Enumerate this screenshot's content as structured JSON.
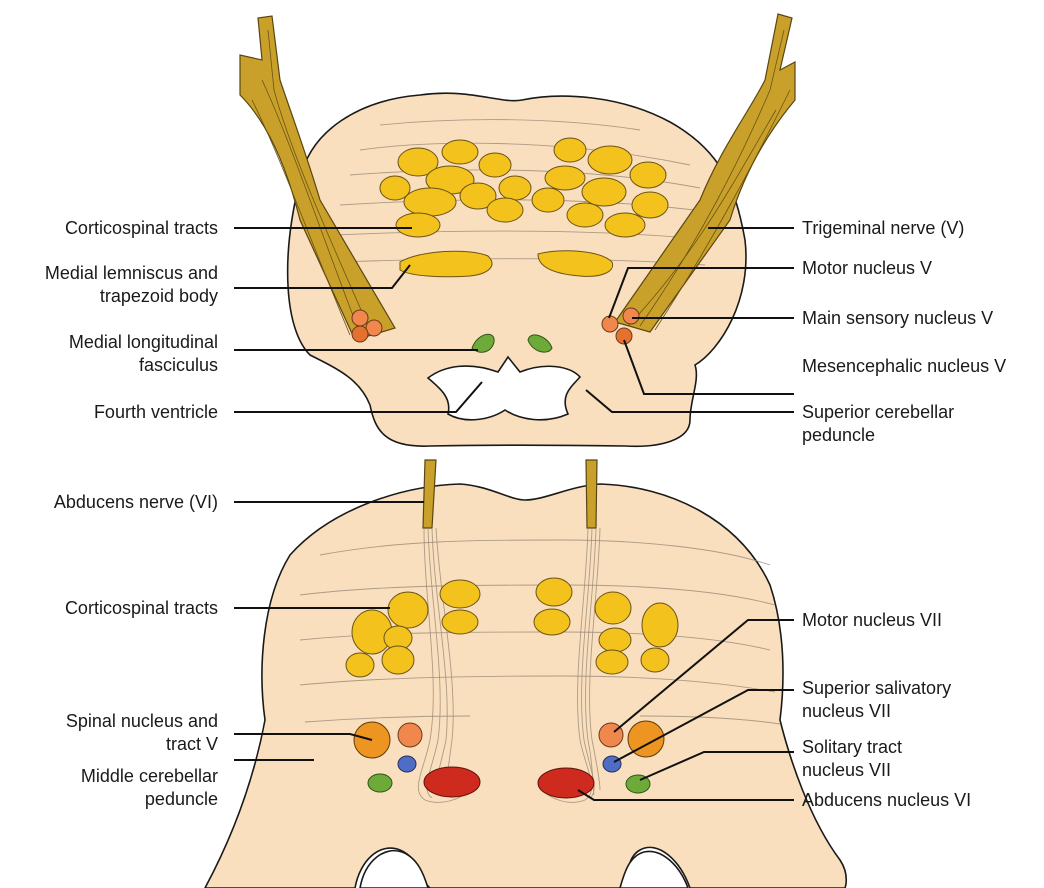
{
  "labels": {
    "corticospinal_top": "Corticospinal tracts",
    "medial_lemniscus_1": "Medial lemniscus and",
    "medial_lemniscus_2": "trapezoid body",
    "mlf_1": "Medial longitudinal",
    "mlf_2": "fasciculus",
    "fourth_ventricle": "Fourth ventricle",
    "trigeminal_nerve": "Trigeminal nerve (V)",
    "motor_nucleus_v": "Motor nucleus V",
    "main_sensory_v": "Main sensory nucleus V",
    "mesencephalic_v": "Mesencephalic nucleus V",
    "sup_cerebellar_1": "Superior cerebellar",
    "sup_cerebellar_2": "peduncle",
    "abducens_nerve": "Abducens nerve (VI)",
    "corticospinal_bottom": "Corticospinal tracts",
    "spinal_nucleus_1": "Spinal nucleus and",
    "spinal_nucleus_2": "tract V",
    "middle_cerebellar_1": "Middle cerebellar",
    "middle_cerebellar_2": "peduncle",
    "motor_nucleus_vii": "Motor nucleus VII",
    "sup_salivatory_1": "Superior salivatory",
    "sup_salivatory_2": "nucleus VII",
    "solitary_1": "Solitary tract",
    "solitary_2": "nucleus VII",
    "abducens_nucleus": "Abducens nucleus VI"
  },
  "colors": {
    "tissue": "#f9dfbd",
    "corticospinal": "#f4c21d",
    "nerve": "#c9a12a",
    "motor_nucleus": "#f0884d",
    "spinal_nucleus": "#ee9420",
    "mlf": "#6daa3a",
    "superior_salivatory": "#4f6dc4",
    "abducens_nucleus": "#cf2a1e"
  }
}
